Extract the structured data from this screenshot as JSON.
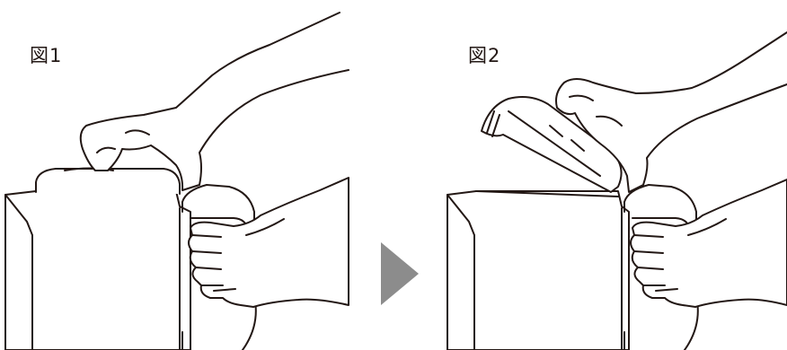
{
  "figures": [
    {
      "label": "図1"
    },
    {
      "label": "図2"
    }
  ],
  "colors": {
    "line": "#231815",
    "arrow": "#8c8c8c",
    "background": "#ffffff"
  },
  "arrow_icon": "right-triangle-arrow"
}
